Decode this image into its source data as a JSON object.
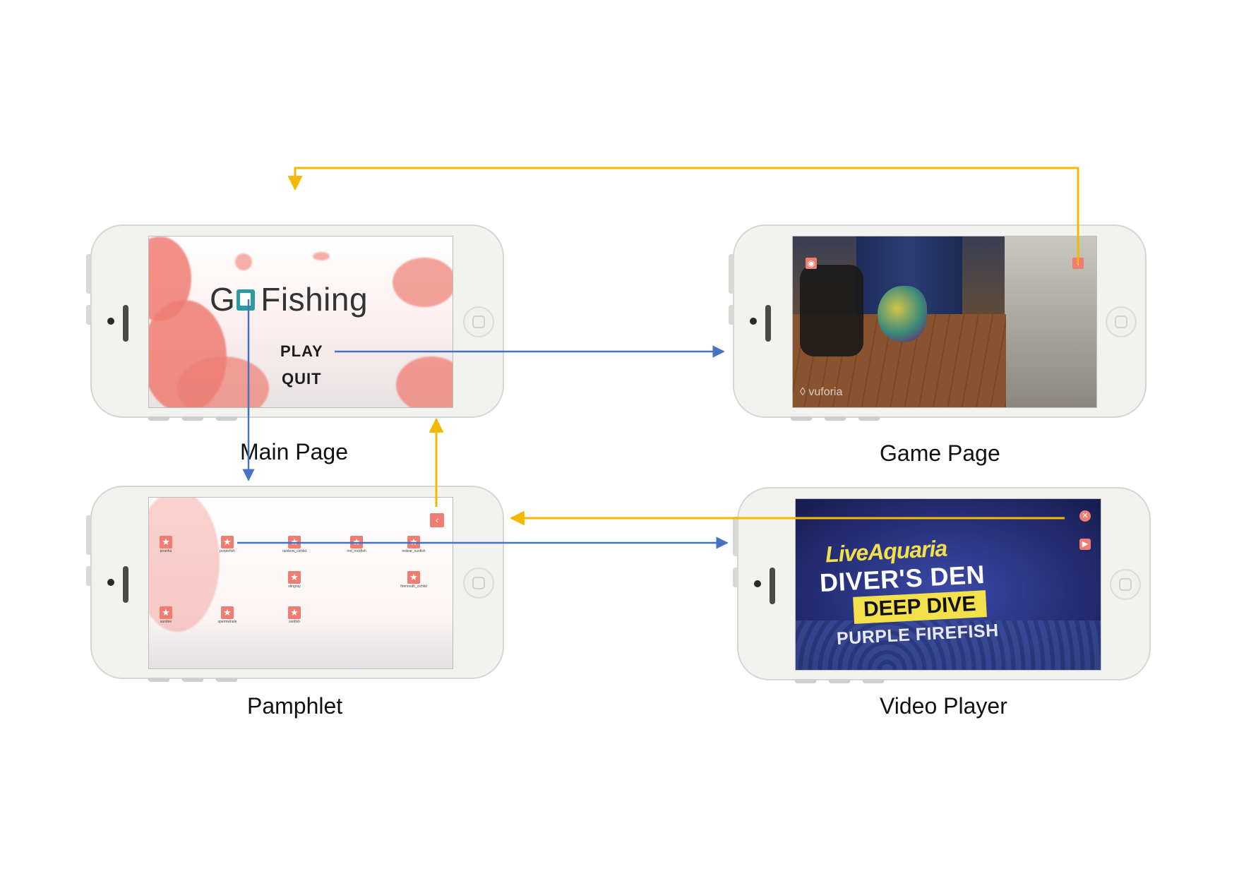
{
  "colors": {
    "navigation_arrow": "#4472c4",
    "return_arrow": "#f5b800",
    "accent_red": "#ef7d72"
  },
  "main_page": {
    "label": "Main Page",
    "title_prefix": "G",
    "title_suffix": "Fishing",
    "title_icon": "book-icon",
    "menu": [
      "PLAY",
      "QUIT"
    ]
  },
  "game_page": {
    "label": "Game Page",
    "watermark": "vuforia",
    "icons": [
      "fish-icon",
      "back-chevron-icon"
    ]
  },
  "pamphlet": {
    "label": "Pamphlet",
    "fish": [
      "piranha",
      "purplefish",
      "rainbow_cichlid",
      "red_rockfish",
      "redear_sunfish",
      "stingray",
      "firemouth_cichlid",
      "sardine",
      "spermwhale",
      "sunfish"
    ],
    "icons": [
      "star-icon",
      "back-chevron-icon"
    ]
  },
  "video_player": {
    "label": "Video Player",
    "brand": "LiveAquaria",
    "show": "DIVER'S DEN",
    "series": "DEEP DIVE",
    "subject": "PURPLE FIREFISH",
    "icons": [
      "close-icon",
      "play-icon"
    ]
  }
}
